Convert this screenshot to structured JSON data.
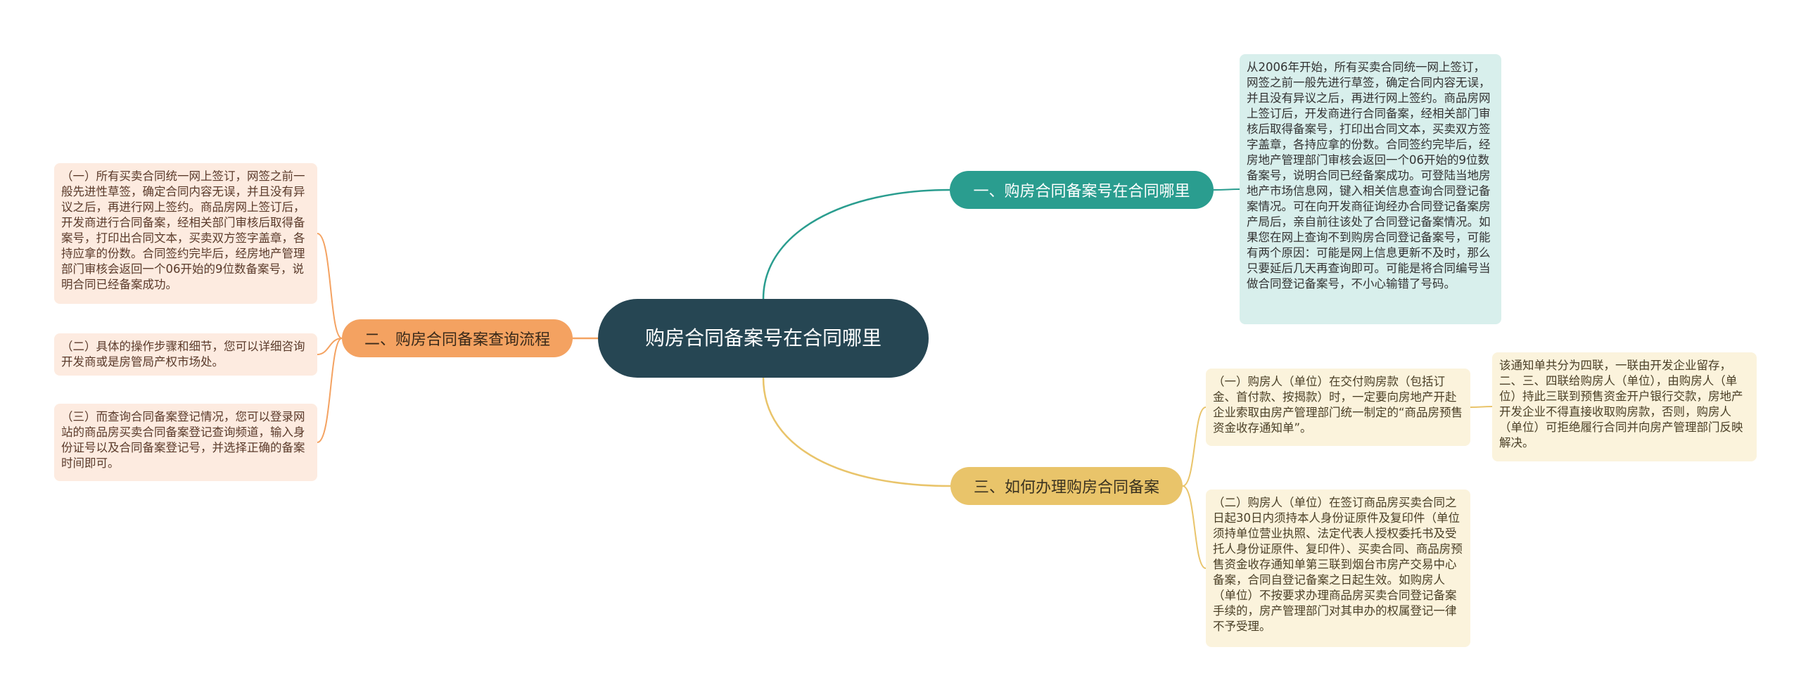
{
  "center": {
    "title": "购房合同备案号在合同哪里"
  },
  "branches": [
    {
      "label": "一、购房合同备案号在合同哪里",
      "color": "#2a9d8f",
      "notes": [
        "从2006年开始，所有买卖合同统一网上签订，网签之前一般先进行草签，确定合同内容无误，并且没有异议之后，再进行网上签约。商品房网上签订后，开发商进行合同备案，经相关部门审核后取得备案号，打印出合同文本，买卖双方签字盖章，各持应拿的份数。合同签约完毕后，经房地产管理部门审核会返回一个06开始的9位数备案号，说明合同已经备案成功。可登陆当地房地产市场信息网，键入相关信息查询合同登记备案情况。可在向开发商征询经办合同登记备案房产局后，亲自前往该处了合同登记备案情况。如果您在网上查询不到购房合同登记备案号，可能有两个原因：可能是网上信息更新不及时，那么只要延后几天再查询即可。可能是将合同编号当做合同登记备案号，不小心输错了号码。"
      ]
    },
    {
      "label": "二、购房合同备案查询流程",
      "color": "#f4a261",
      "notes": [
        "（一）所有买卖合同统一网上签订，网签之前一般先进性草签，确定合同内容无误，并且没有异议之后，再进行网上签约。商品房网上签订后，开发商进行合同备案，经相关部门审核后取得备案号，打印出合同文本，买卖双方签字盖章，各持应拿的份数。合同签约完毕后，经房地产管理部门审核会返回一个06开始的9位数备案号，说明合同已经备案成功。",
        "（二）具体的操作步骤和细节，您可以详细咨询开发商或是房管局产权市场处。",
        "（三）而查询合同备案登记情况，您可以登录网站的商品房买卖合同备案登记查询频道，输入身份证号以及合同备案登记号，并选择正确的备案时间即可。"
      ]
    },
    {
      "label": "三、如何办理购房合同备案",
      "color": "#e9c46a",
      "notes": [
        "（一）购房人（单位）在交付购房款（包括订金、首付款、按揭款）时，一定要向房地产开赴企业索取由房产管理部门统一制定的“商品房预售资金收存通知单”。",
        "（二）购房人（单位）在签订商品房买卖合同之日起30日内须持本人身份证原件及复印件（单位须持单位营业执照、法定代表人授权委托书及受托人身份证原件、复印件）、买卖合同、商品房预售资金收存通知单第三联到烟台市房产交易中心备案，合同自登记备案之日起生效。如购房人（单位）不按要求办理商品房买卖合同登记备案手续的，房产管理部门对其申办的权属登记一律不予受理。"
      ],
      "sub_note": "该通知单共分为四联，一联由开发企业留存，二、三、四联给购房人（单位），由购房人（单位）持此三联到预售资金开户银行交款，房地产开发企业不得直接收取购房款，否则，购房人（单位）可拒绝履行合同并向房产管理部门反映解决。"
    }
  ]
}
